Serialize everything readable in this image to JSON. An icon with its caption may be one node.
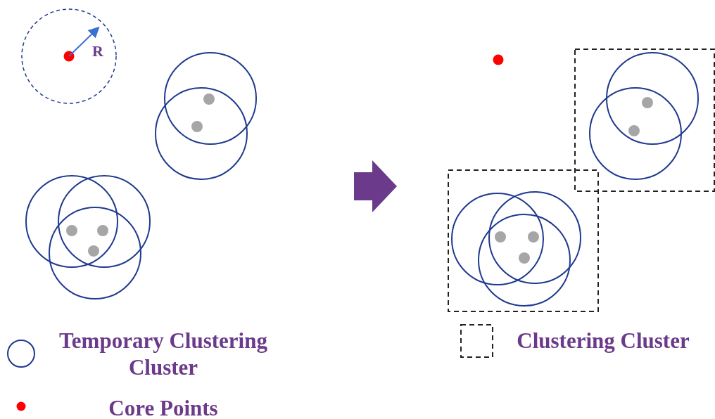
{
  "diagram": {
    "nodes": [
      {
        "text": [],
        "shape": "picture"
      },
      {
        "text": [],
        "shape": "picture"
      }
    ],
    "edges": [
      {
        "from": 0,
        "to": 1,
        "arrow": "to"
      }
    ],
    "labels": [
      "R"
    ],
    "legend": [
      {
        "text": "Temporary Clustering Cluster"
      },
      {
        "text": "Core Points",
        "color": "#ff0000"
      },
      {
        "text": "Clustering Cluster"
      }
    ]
  }
}
